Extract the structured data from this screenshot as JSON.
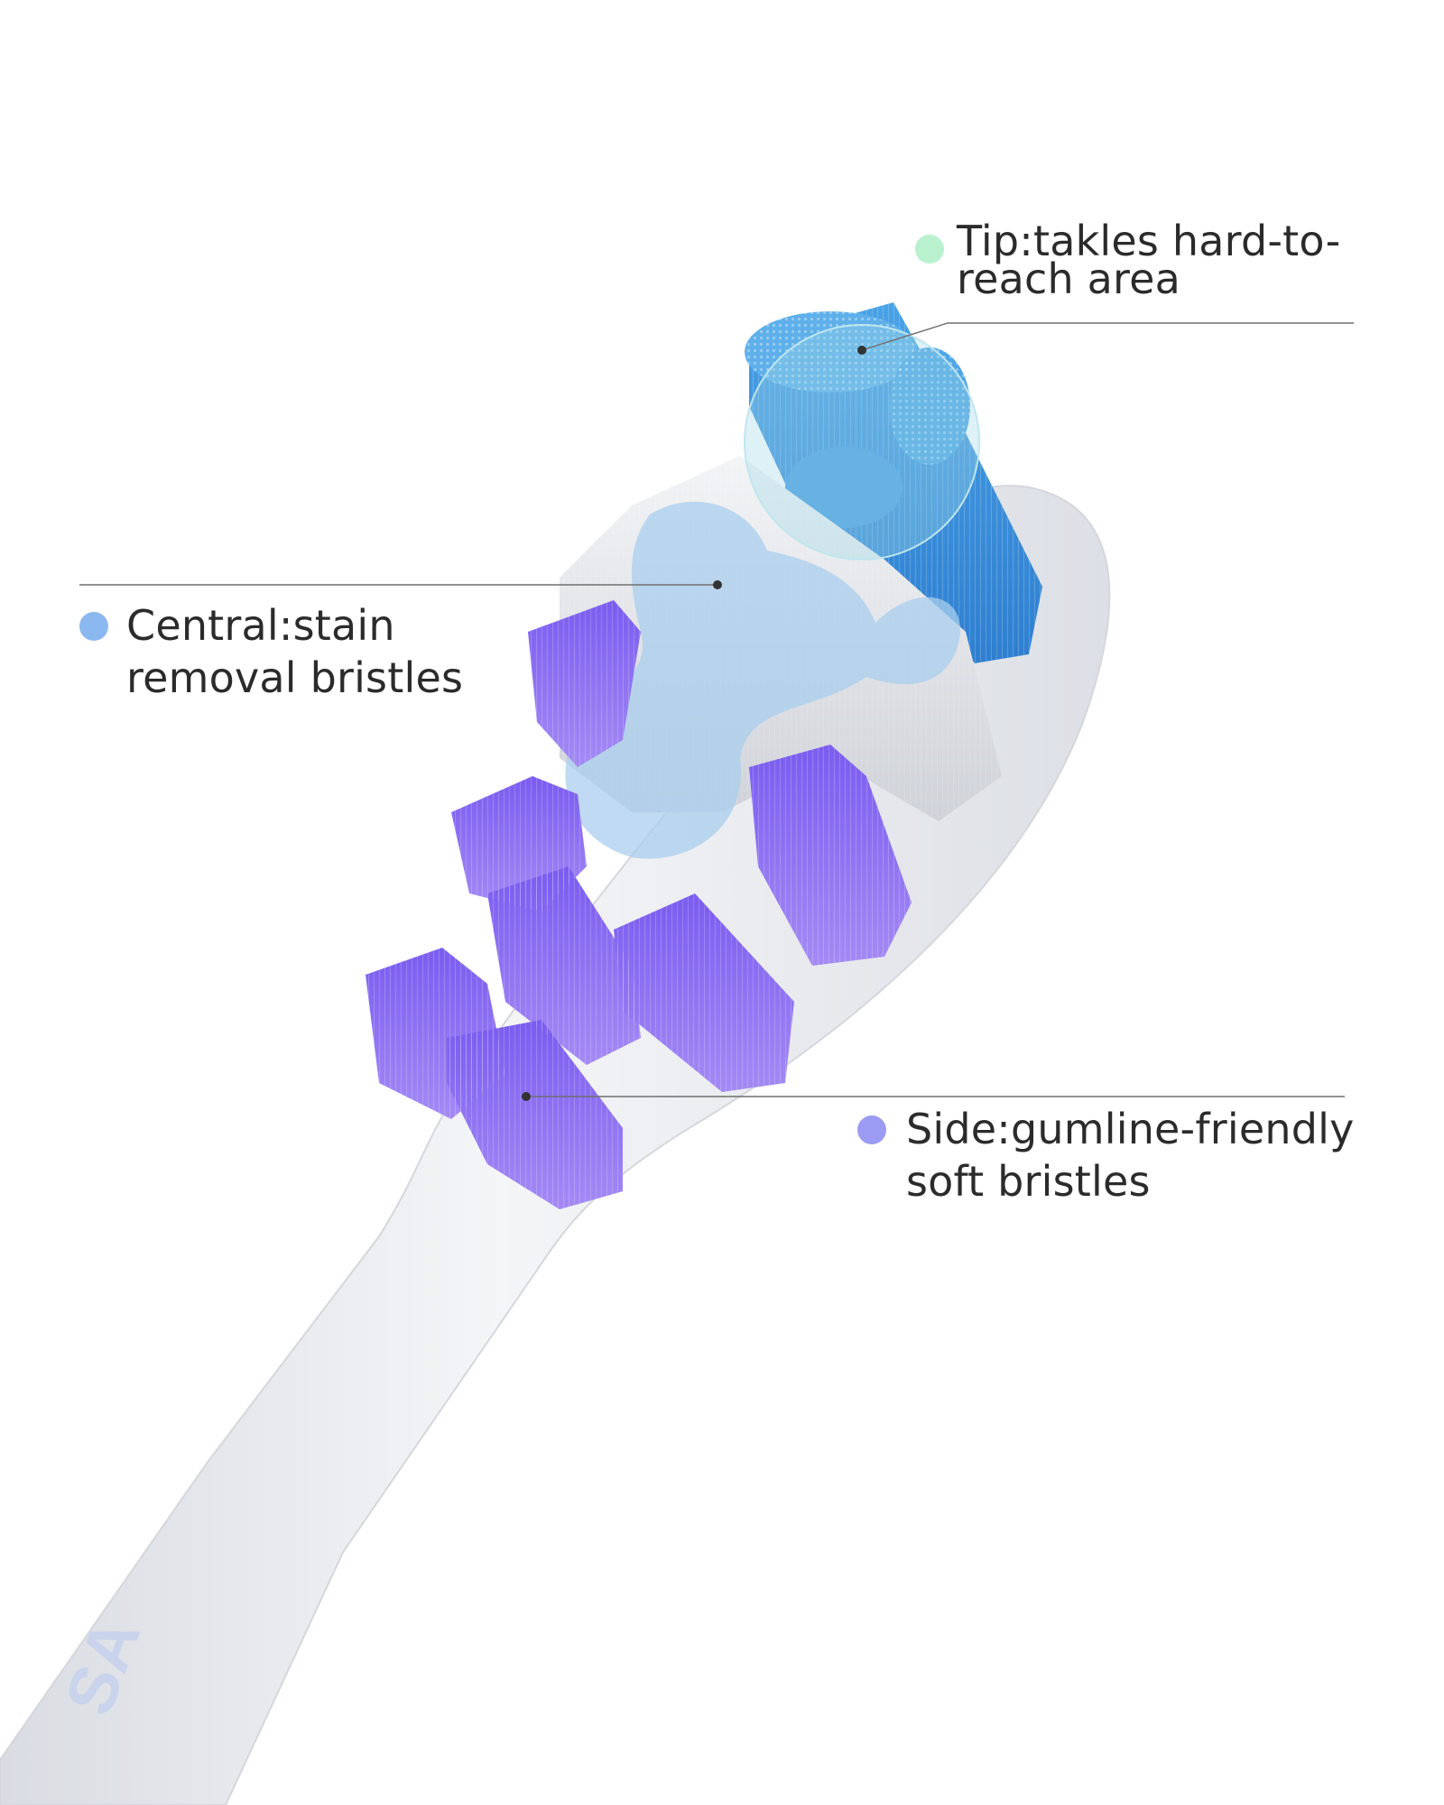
{
  "callouts": {
    "tip": {
      "line1": "Tip:takles hard-to-",
      "line2": "reach area",
      "dot_color": "#b9f1cf"
    },
    "central": {
      "line1": "Central:stain",
      "line2": "removal bristles",
      "dot_color": "#8bb8f0"
    },
    "side": {
      "line1": "Side:gumline-friendly",
      "line2": "soft bristles",
      "dot_color": "#9b9bf3"
    }
  },
  "product": {
    "handle_brand": "SA"
  },
  "colors": {
    "handle": "#eef0f3",
    "tip_bristles": "#3a8fd9",
    "central_bristles": "#e8e9ec",
    "central_highlight": "#a9cdee",
    "side_bristles": "#8a6af0",
    "tip_highlight": "#9fd7e6"
  }
}
